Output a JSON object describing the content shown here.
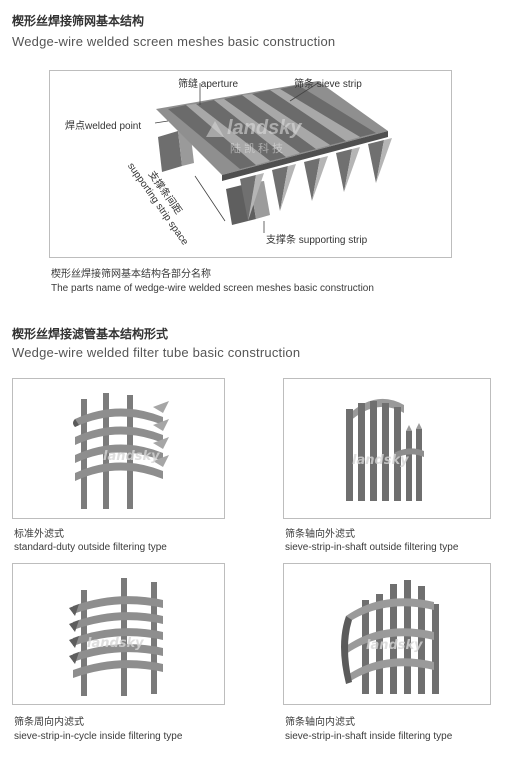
{
  "section1": {
    "title_cn": "楔形丝焊接筛网基本结构",
    "title_en": "Wedge-wire welded screen meshes basic construction",
    "labels": {
      "aperture": "筛缝 aperture",
      "sieve_strip": "筛条 sieve strip",
      "welded_point": "焊点welded point",
      "support_space_cn": "支撑条间距",
      "support_space_en": "supporting strip space",
      "supporting_strip": "支撑条 supporting strip"
    },
    "logo": {
      "brand": "landsky",
      "brand_cn": "陆凯科技"
    },
    "caption_cn": "楔形丝焊接筛网基本结构各部分名称",
    "caption_en": "The parts name of wedge-wire welded screen meshes basic construction"
  },
  "section2": {
    "title_cn": "楔形丝焊接滤管基本结构形式",
    "title_en": "Wedge-wire welded filter tube basic construction",
    "panels": [
      {
        "cn": "标准外滤式",
        "en": "standard-duty outside filtering type",
        "logo": "landsky"
      },
      {
        "cn": "筛条轴向外滤式",
        "en": "sieve-strip-in-shaft outside filtering type",
        "logo": "landsky"
      },
      {
        "cn": "筛条周向内滤式",
        "en": "sieve-strip-in-cycle inside filtering type",
        "logo": "landsky"
      },
      {
        "cn": "筛条轴向内滤式",
        "en": "sieve-strip-in-shaft inside filtering type",
        "logo": "landsky"
      }
    ]
  },
  "colors": {
    "metal_dark": "#5b5b5b",
    "metal_mid": "#8a8a8a",
    "metal_light": "#b9b9b9",
    "frame": "#bdbdbd"
  }
}
